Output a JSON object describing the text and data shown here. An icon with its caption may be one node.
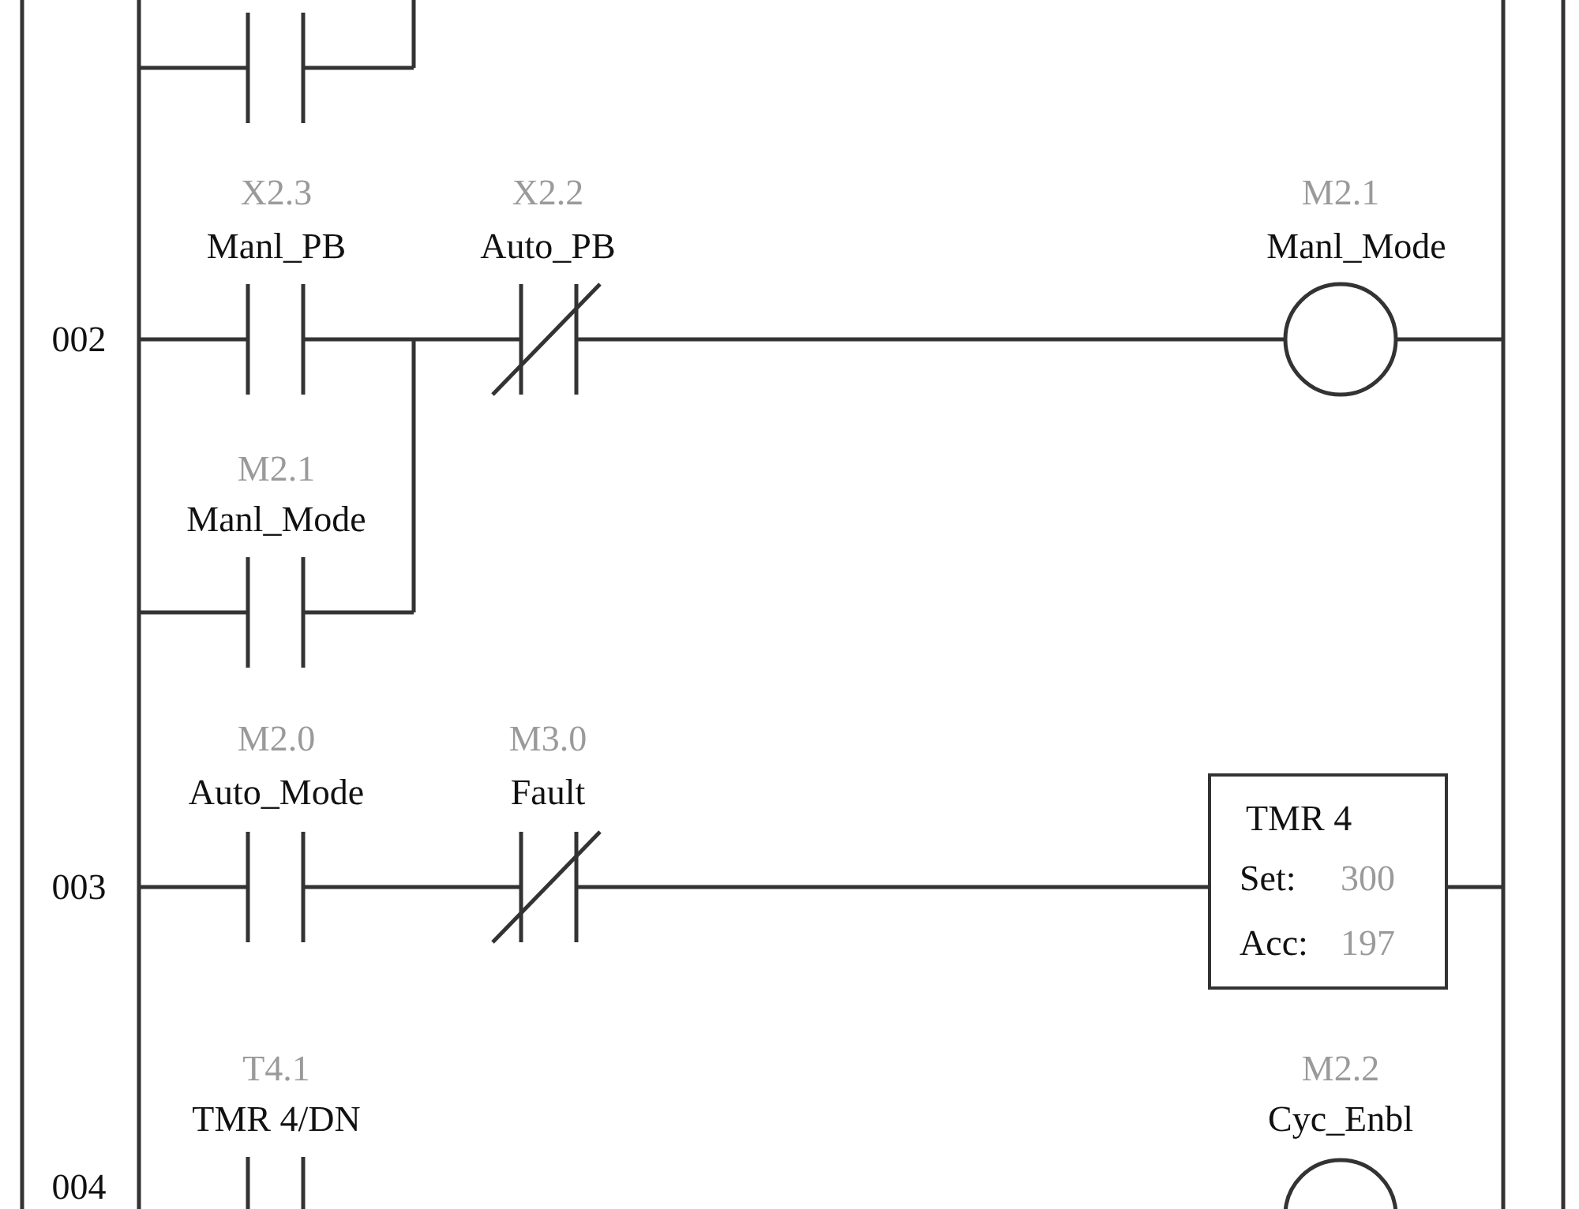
{
  "diagram": {
    "nodes": [
      {
        "text": [
          "TMR 4",
          "Set:",
          "300",
          "Acc:",
          "197"
        ]
      }
    ],
    "labels": [
      "X2.3",
      "Manl_PB",
      "X2.2",
      "Auto_PB",
      "M2.1",
      "Manl_Mode",
      "002",
      "M2.1",
      "Manl_Mode",
      "M2.0",
      "Auto_Mode",
      "M3.0",
      "Fault",
      "003",
      "T4.1",
      "TMR 4/DN",
      "M2.2",
      "Cyc_Enbl",
      "004"
    ]
  }
}
